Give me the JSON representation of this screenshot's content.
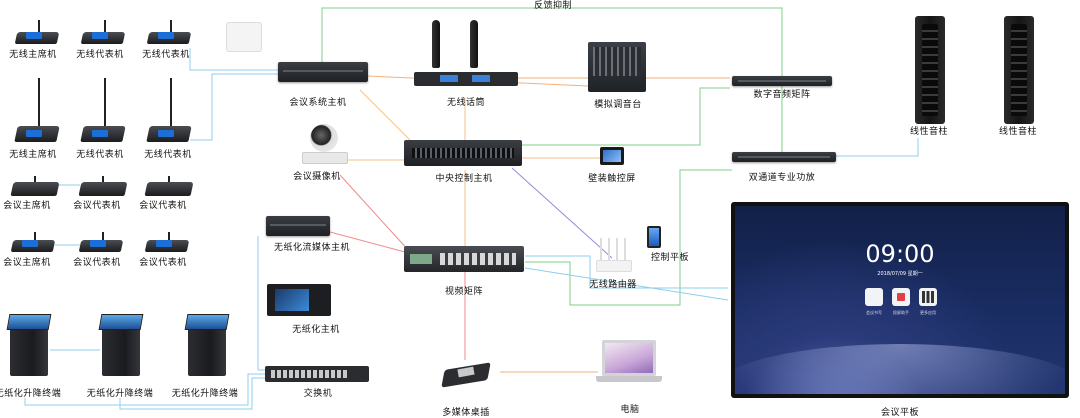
{
  "diagram": {
    "feedback_label": "反馈抑制",
    "devices": {
      "wireless_chair_1": "无线主席机",
      "wireless_delegate_1": "无线代表机",
      "wireless_delegate_2": "无线代表机",
      "wireless_chair_2": "无线主席机",
      "wireless_delegate_3": "无线代表机",
      "wireless_delegate_4": "无线代表机",
      "conf_chair_1": "会议主席机",
      "conf_delegate_1": "会议代表机",
      "conf_delegate_2": "会议代表机",
      "conf_chair_2": "会议主席机",
      "conf_delegate_3": "会议代表机",
      "conf_delegate_4": "会议代表机",
      "paperless_lift_1": "无纸化升降终端",
      "paperless_lift_2": "无纸化升降终端",
      "paperless_lift_3": "无纸化升降终端",
      "conference_host": "会议系统主机",
      "conference_camera": "会议摄像机",
      "paperless_stream_host": "无纸化流媒体主机",
      "paperless_host": "无纸化主机",
      "switch": "交换机",
      "wireless_mic": "无线话筒",
      "analog_mixer": "模拟调音台",
      "digital_audio_matrix": "数字音频矩阵",
      "line_array_1": "线性音柱",
      "line_array_2": "线性音柱",
      "dual_channel_amp": "双通道专业功放",
      "central_control": "中央控制主机",
      "wall_touch_screen": "壁装触控屏",
      "control_tablet": "控制平板",
      "wireless_router": "无线路由器",
      "video_matrix": "视频矩阵",
      "multimedia_socket": "多媒体桌插",
      "computer": "电脑",
      "conference_panel": "会议平板"
    },
    "panel_screen": {
      "time": "09:00",
      "date": "2018/07/09  星期一",
      "apps": [
        "会议书写",
        "投屏助手",
        "更多应用"
      ]
    }
  }
}
